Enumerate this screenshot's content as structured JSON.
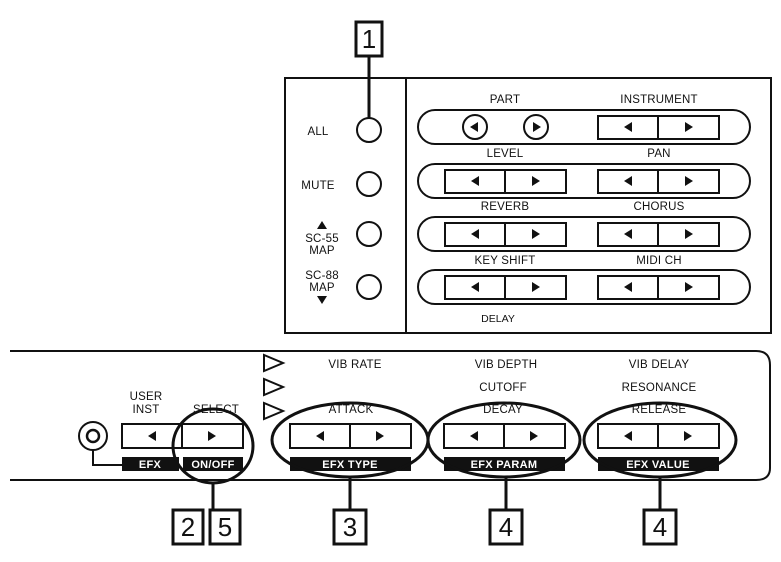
{
  "callouts": [
    "1",
    "2",
    "5",
    "3",
    "4",
    "4"
  ],
  "top_panel": {
    "left_buttons": {
      "all": "ALL",
      "mute": "MUTE",
      "sc55_map": [
        "SC-55",
        "MAP"
      ],
      "sc88_map": [
        "SC-88",
        "MAP"
      ]
    },
    "rows": [
      {
        "left": "PART",
        "right": "INSTRUMENT"
      },
      {
        "left": "LEVEL",
        "right": "PAN"
      },
      {
        "left": "REVERB",
        "right": "CHORUS"
      },
      {
        "left": "KEY SHIFT",
        "right": "MIDI CH"
      }
    ],
    "delay": "DELAY"
  },
  "bottom_panel": {
    "user_inst": [
      "USER",
      "INST"
    ],
    "select": "SELECT",
    "vib_rate": "VIB RATE",
    "attack": "ATTACK",
    "vib_depth": "VIB DEPTH",
    "cutoff": "CUTOFF",
    "decay": "DECAY",
    "vib_delay": "VIB DELAY",
    "resonance": "RESONANCE",
    "release": "RELEASE",
    "bars": {
      "efx": "EFX",
      "on_off": "ON/OFF",
      "efx_type": "EFX TYPE",
      "efx_param": "EFX PARAM",
      "efx_value": "EFX VALUE"
    }
  }
}
